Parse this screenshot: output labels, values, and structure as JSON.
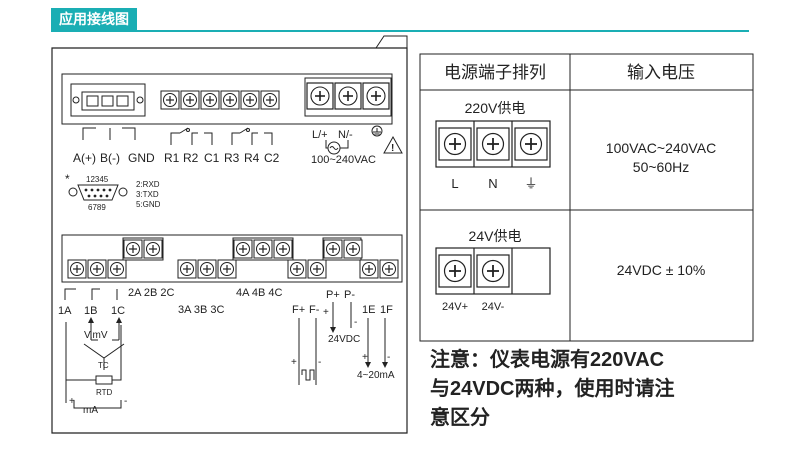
{
  "header": {
    "title": "应用接线图"
  },
  "upper_panel": {
    "comm_labels": [
      "A(+)",
      "B(-)",
      "GND"
    ],
    "relay_labels": [
      "R1",
      "R2",
      "C1",
      "R3",
      "R4",
      "C2"
    ],
    "power_terms": [
      "L/+",
      "N/-"
    ],
    "power_range": "100~240VAC",
    "db9": {
      "star": "*",
      "top_pins": "12345",
      "bottom_pins": "6789",
      "pinout": [
        "2:RXD",
        "3:TXD",
        "5:GND"
      ]
    }
  },
  "lower_panel": {
    "row_labels": [
      "2A 2B 2C",
      "4A 4B 4C",
      "3A 3B 3C"
    ],
    "input_terms": [
      "1A",
      "1B",
      "1C"
    ],
    "input_labels": [
      "V,mV",
      "TC",
      "RTD",
      "mA"
    ],
    "freq_terms": [
      "F+",
      "F-"
    ],
    "pwr_terms": [
      "P+",
      "P-"
    ],
    "pwr_label": "24VDC",
    "out_terms": [
      "1E",
      "1F"
    ],
    "out_label": "4~20mA",
    "plus": "+",
    "minus": "-"
  },
  "table": {
    "headers": [
      "电源端子排列",
      "输入电压"
    ],
    "rows": [
      {
        "supply": "220V供电",
        "terminals": [
          "L",
          "N",
          "⏚"
        ],
        "voltage": [
          "100VAC~240VAC",
          "50~60Hz"
        ]
      },
      {
        "supply": "24V供电",
        "terminals": [
          "24V+",
          "24V-"
        ],
        "voltage": [
          "24VDC ± 10%"
        ]
      }
    ]
  },
  "note": [
    "注意：仪表电源有220VAC",
    "与24VDC两种，使用时请注",
    "意区分"
  ]
}
